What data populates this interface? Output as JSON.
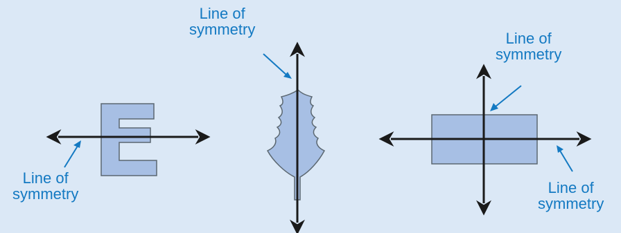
{
  "colors": {
    "background": "#dbe8f6",
    "shape_fill": "#a7bfe4",
    "shape_stroke": "#5b6770",
    "axis": "#1a1a1a",
    "label_text": "#1379c2",
    "pointer": "#1379c2"
  },
  "figures": [
    {
      "shape": "letter E",
      "line_direction": "horizontal",
      "label": {
        "line1": "Line of",
        "line2": "symmetry"
      }
    },
    {
      "shape": "leaf",
      "line_direction": "vertical",
      "label": {
        "line1": "Line of",
        "line2": "symmetry"
      }
    },
    {
      "shape": "rectangle",
      "line_direction": "vertical",
      "label": {
        "line1": "Line of",
        "line2": "symmetry"
      }
    },
    {
      "shape": "rectangle",
      "line_direction": "horizontal",
      "label": {
        "line1": "Line of",
        "line2": "symmetry"
      }
    }
  ]
}
